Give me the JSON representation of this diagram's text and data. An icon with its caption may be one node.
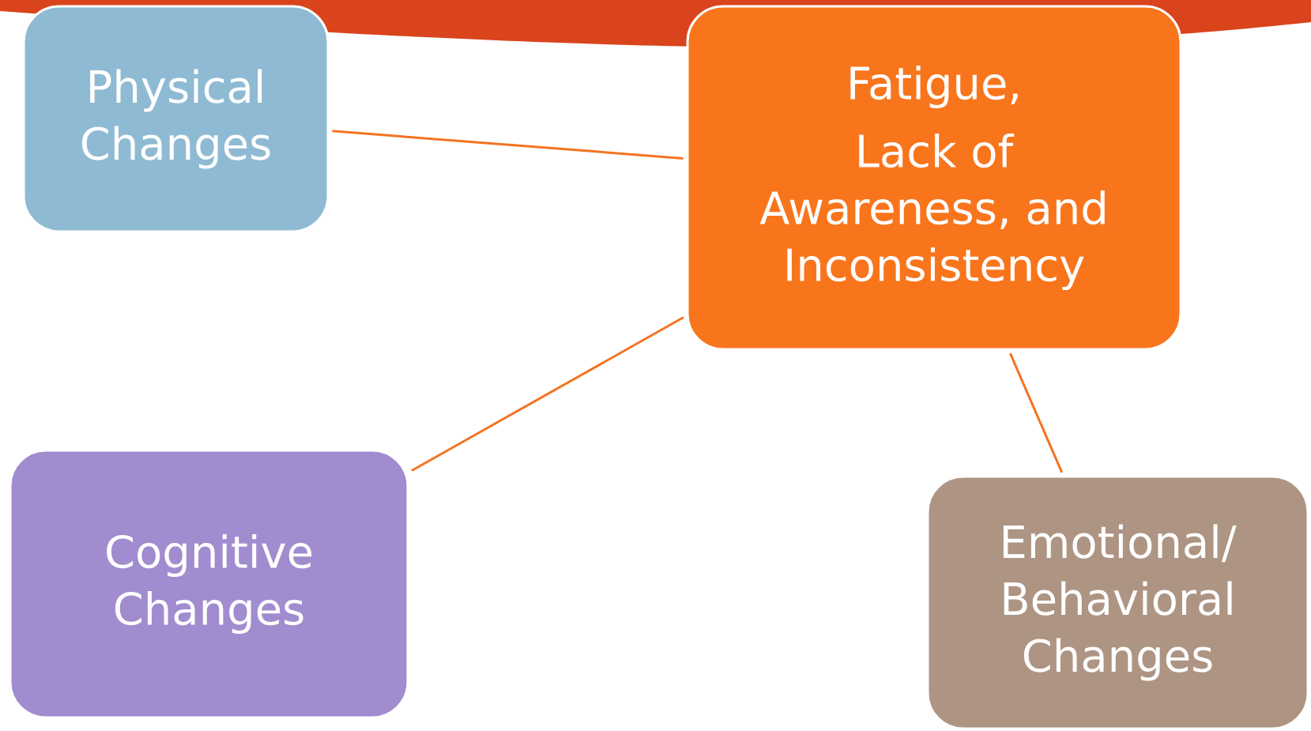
{
  "diagram": {
    "nodes": [
      {
        "text": [
          "Physical Changes"
        ]
      },
      {
        "text": [
          "Fatigue,",
          "Lack of Awareness, and Inconsistency"
        ]
      },
      {
        "text": [
          "Cognitive Changes"
        ]
      },
      {
        "text": [
          "Emotional/ Behavioral Changes"
        ]
      }
    ],
    "edges": [
      {
        "from": 0,
        "to": 1,
        "arrow": "none"
      },
      {
        "from": 2,
        "to": 1,
        "arrow": "none"
      },
      {
        "from": 1,
        "to": 3,
        "arrow": "none"
      }
    ]
  }
}
